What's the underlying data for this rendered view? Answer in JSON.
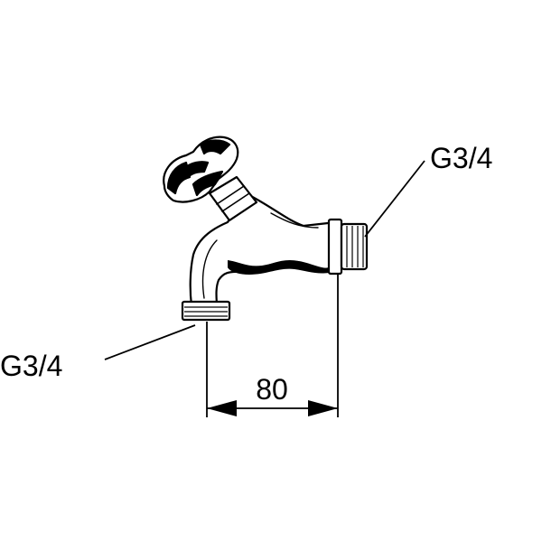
{
  "diagram": {
    "outlet_thread_label": "G3/4",
    "inlet_thread_label": "G3/4",
    "dimension_value": "80",
    "colors": {
      "ink": "#000000",
      "paper": "#ffffff"
    }
  }
}
